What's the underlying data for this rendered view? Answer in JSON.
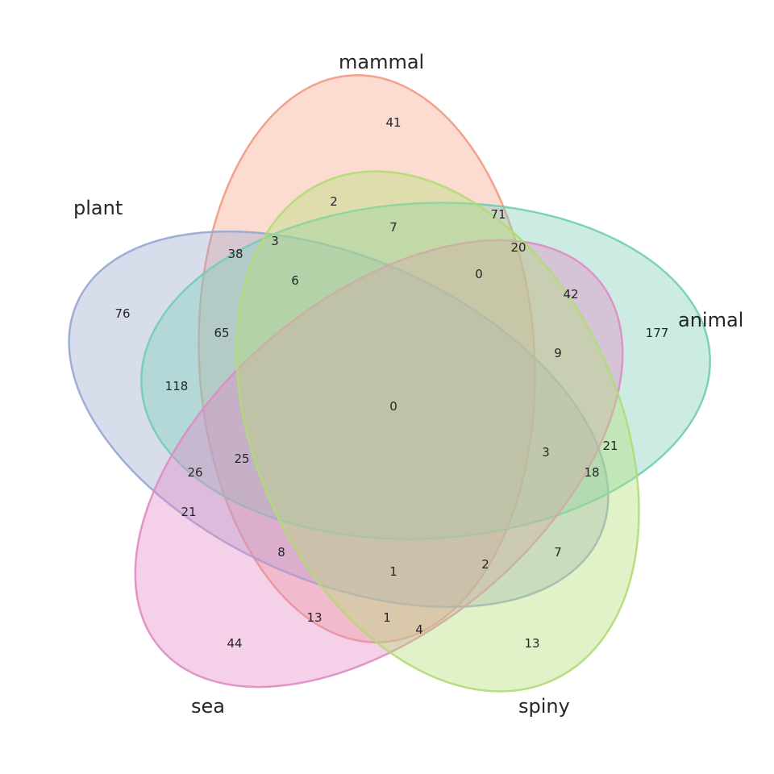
{
  "sets": [
    {
      "key": "mammal",
      "label": "mammal",
      "fill": "#f8a58c",
      "stroke": "#f09a80"
    },
    {
      "key": "plant",
      "label": "plant",
      "fill": "#9ea9d0",
      "stroke": "#97a6d3"
    },
    {
      "key": "animal",
      "label": "animal",
      "fill": "#7fd0b8",
      "stroke": "#72cdb2"
    },
    {
      "key": "sea",
      "label": "sea",
      "fill": "#e38ac8",
      "stroke": "#e08bc4"
    },
    {
      "key": "spiny",
      "label": "spiny",
      "fill": "#b4de78",
      "stroke": "#b0dc74"
    }
  ],
  "regions": [
    {
      "id": "mammal-only",
      "value": "41"
    },
    {
      "id": "r-2",
      "value": "2"
    },
    {
      "id": "r-7",
      "value": "7"
    },
    {
      "id": "r-71",
      "value": "71"
    },
    {
      "id": "r-20",
      "value": "20"
    },
    {
      "id": "r-3a",
      "value": "3"
    },
    {
      "id": "r-38",
      "value": "38"
    },
    {
      "id": "r-6",
      "value": "6"
    },
    {
      "id": "r-0a",
      "value": "0"
    },
    {
      "id": "r-42",
      "value": "42"
    },
    {
      "id": "plant-only",
      "value": "76"
    },
    {
      "id": "r-65",
      "value": "65"
    },
    {
      "id": "r-9",
      "value": "9"
    },
    {
      "id": "animal-only",
      "value": "177"
    },
    {
      "id": "r-118",
      "value": "118"
    },
    {
      "id": "all-five",
      "value": "0"
    },
    {
      "id": "r-25",
      "value": "25"
    },
    {
      "id": "r-3b",
      "value": "3"
    },
    {
      "id": "r-21a",
      "value": "21"
    },
    {
      "id": "r-26",
      "value": "26"
    },
    {
      "id": "r-18",
      "value": "18"
    },
    {
      "id": "r-21b",
      "value": "21"
    },
    {
      "id": "r-8",
      "value": "8"
    },
    {
      "id": "r-7b",
      "value": "7"
    },
    {
      "id": "r-1a",
      "value": "1"
    },
    {
      "id": "r-2b",
      "value": "2"
    },
    {
      "id": "r-13a",
      "value": "13"
    },
    {
      "id": "r-1b",
      "value": "1"
    },
    {
      "id": "r-4",
      "value": "4"
    },
    {
      "id": "sea-only",
      "value": "44"
    },
    {
      "id": "spiny-only",
      "value": "13"
    }
  ]
}
